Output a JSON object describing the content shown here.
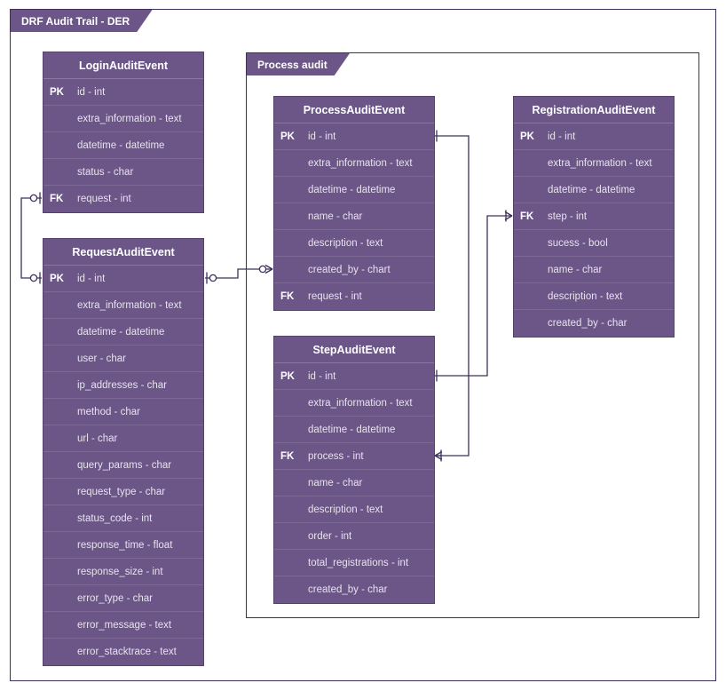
{
  "diagram": {
    "title": "DRF Audit Trail - DER",
    "container_label": "Process audit",
    "accent_color": "#6b5687",
    "border_color": "#3f3059",
    "text_color": "#e8e2ef"
  },
  "entities": [
    {
      "id": "login-audit-event",
      "name": "LoginAuditEvent",
      "rows": [
        {
          "key": "PK",
          "field": "id - int"
        },
        {
          "key": "",
          "field": "extra_information - text"
        },
        {
          "key": "",
          "field": "datetime - datetime"
        },
        {
          "key": "",
          "field": "status - char"
        },
        {
          "key": "FK",
          "field": "request - int"
        }
      ]
    },
    {
      "id": "request-audit-event",
      "name": "RequestAuditEvent",
      "rows": [
        {
          "key": "PK",
          "field": "id - int"
        },
        {
          "key": "",
          "field": "extra_information - text"
        },
        {
          "key": "",
          "field": "datetime - datetime"
        },
        {
          "key": "",
          "field": "user - char"
        },
        {
          "key": "",
          "field": "ip_addresses - char"
        },
        {
          "key": "",
          "field": "method - char"
        },
        {
          "key": "",
          "field": "url - char"
        },
        {
          "key": "",
          "field": "query_params - char"
        },
        {
          "key": "",
          "field": "request_type - char"
        },
        {
          "key": "",
          "field": "status_code - int"
        },
        {
          "key": "",
          "field": "response_time - float"
        },
        {
          "key": "",
          "field": "response_size - int"
        },
        {
          "key": "",
          "field": "error_type - char"
        },
        {
          "key": "",
          "field": "error_message - text"
        },
        {
          "key": "",
          "field": "error_stacktrace - text"
        }
      ]
    },
    {
      "id": "process-audit-event",
      "name": "ProcessAuditEvent",
      "rows": [
        {
          "key": "PK",
          "field": "id - int"
        },
        {
          "key": "",
          "field": "extra_information - text"
        },
        {
          "key": "",
          "field": "datetime - datetime"
        },
        {
          "key": "",
          "field": "name - char"
        },
        {
          "key": "",
          "field": "description - text"
        },
        {
          "key": "",
          "field": "created_by - chart"
        },
        {
          "key": "FK",
          "field": "request - int"
        }
      ]
    },
    {
      "id": "step-audit-event",
      "name": "StepAuditEvent",
      "rows": [
        {
          "key": "PK",
          "field": "id - int"
        },
        {
          "key": "",
          "field": "extra_information - text"
        },
        {
          "key": "",
          "field": "datetime - datetime"
        },
        {
          "key": "FK",
          "field": "process - int"
        },
        {
          "key": "",
          "field": "name - char"
        },
        {
          "key": "",
          "field": "description - text"
        },
        {
          "key": "",
          "field": "order - int"
        },
        {
          "key": "",
          "field": "total_registrations - int"
        },
        {
          "key": "",
          "field": "created_by - char"
        }
      ]
    },
    {
      "id": "registration-audit-event",
      "name": "RegistrationAuditEvent",
      "rows": [
        {
          "key": "PK",
          "field": "id - int"
        },
        {
          "key": "",
          "field": "extra_information - text"
        },
        {
          "key": "",
          "field": "datetime - datetime"
        },
        {
          "key": "FK",
          "field": "step - int"
        },
        {
          "key": "",
          "field": "sucess - bool"
        },
        {
          "key": "",
          "field": "name - char"
        },
        {
          "key": "",
          "field": "description - text"
        },
        {
          "key": "",
          "field": "created_by - char"
        }
      ]
    }
  ],
  "relationships": [
    {
      "id": "request-to-login",
      "from": "request-audit-event.id",
      "to": "login-audit-event.request"
    },
    {
      "id": "request-to-process",
      "from": "request-audit-event.id",
      "to": "process-audit-event.created_by"
    },
    {
      "id": "process-to-step",
      "from": "process-audit-event.id",
      "to": "step-audit-event.process"
    },
    {
      "id": "step-to-registration",
      "from": "step-audit-event.id",
      "to": "registration-audit-event.step"
    }
  ]
}
